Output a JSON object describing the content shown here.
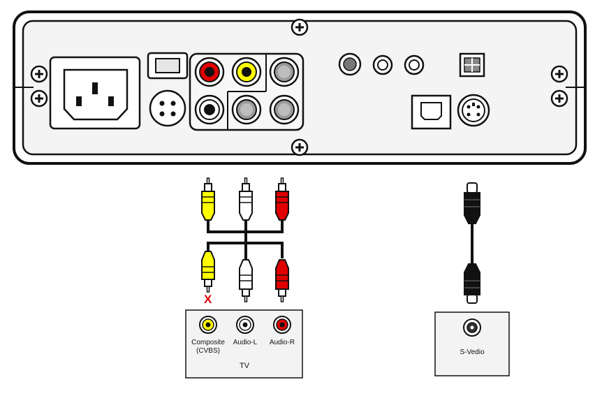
{
  "tv_panel": {
    "title": "TV",
    "jacks": [
      {
        "label_line1": "Composite",
        "label_line2": "(CVBS)"
      },
      {
        "label_line1": "Audio-L",
        "label_line2": ""
      },
      {
        "label_line1": "Audio-R",
        "label_line2": ""
      }
    ],
    "not_connected_mark": "X"
  },
  "svideo_panel": {
    "label": "S-Vedio"
  },
  "colors": {
    "composite_yellow": "#ffff00",
    "audio_white": "#ffffff",
    "audio_red": "#e00000",
    "cable_black": "#111111",
    "mark_red": "#e00000",
    "panel_bg": "#f3f3f3"
  },
  "icons": [
    "screw-icon",
    "power-socket-icon",
    "power-switch-icon",
    "usb-b-port-icon",
    "svideo-port-icon",
    "rca-jack-icon"
  ]
}
